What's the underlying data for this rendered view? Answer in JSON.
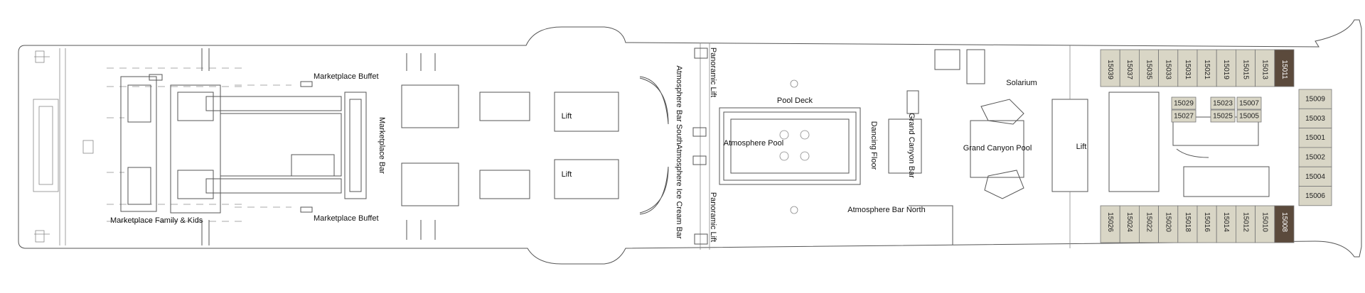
{
  "venues": {
    "marketplace_buffet_top": "Marketplace Buffet",
    "marketplace_buffet_bottom": "Marketplace Buffet",
    "marketplace_bar": "Marketplace Bar",
    "marketplace_family_kids": "Marketplace Family & Kids",
    "panoramic_lift_top": "Panoramic Lift",
    "panoramic_lift_bottom": "Panoramic Lift",
    "atmosphere_bar_south": "Atmosphere Bar South",
    "atmosphere_ice_cream_bar": "Atmosphere Ice Cream Bar",
    "lift_south_top": "Lift",
    "lift_south_bottom": "Lift",
    "pool_deck": "Pool Deck",
    "atmosphere_pool": "Atmosphere Pool",
    "dancing_floor": "Dancing Floor",
    "grand_canyon_bar": "Grand Canyon Bar",
    "solarium": "Solarium",
    "grand_canyon_pool": "Grand Canyon Pool",
    "lift_north": "Lift",
    "atmosphere_bar_north": "Atmosphere Bar North"
  },
  "cabins": {
    "top_row": [
      "15039",
      "15037",
      "15035",
      "15033",
      "15031",
      "15021",
      "15019",
      "15015",
      "15013",
      "15011"
    ],
    "bottom_row": [
      "15026",
      "15024",
      "15022",
      "15020",
      "15018",
      "15016",
      "15014",
      "15012",
      "15010",
      "15008"
    ],
    "bow_column": [
      "15009",
      "15003",
      "15001",
      "15002",
      "15004",
      "15006"
    ],
    "inner_block": [
      "15029",
      "15023",
      "15007",
      "15027",
      "15025",
      "15005"
    ]
  },
  "colors": {
    "cabin_fill": "#d9d6c6",
    "suite_fill": "#5b4a3c",
    "hull_stroke": "#555555",
    "pool_fill": "#ffffff"
  }
}
